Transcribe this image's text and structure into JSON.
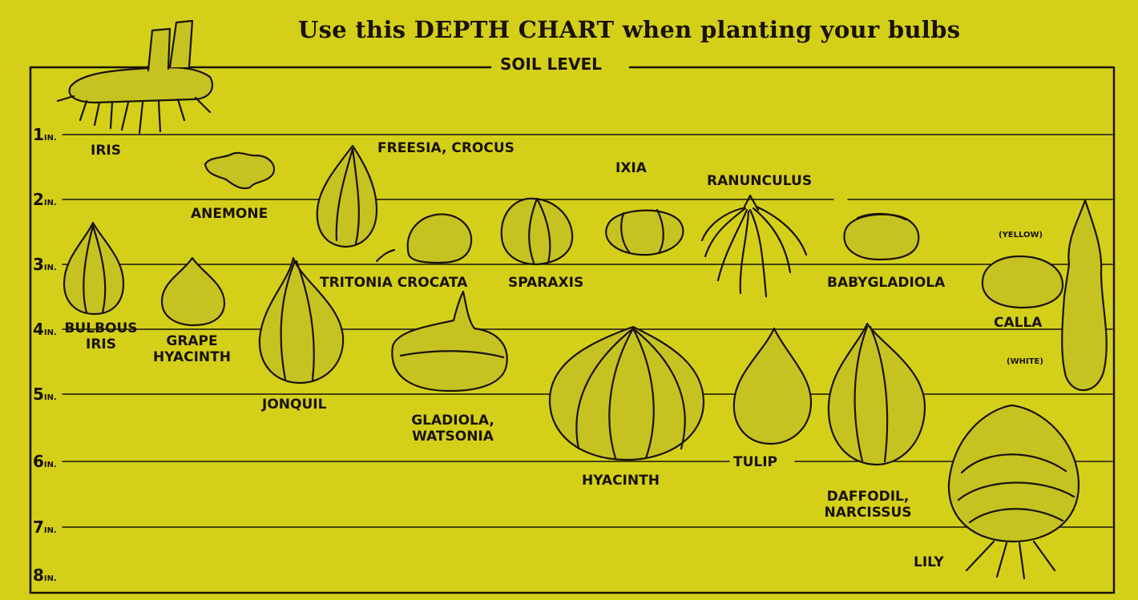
{
  "title": "Use this DEPTH CHART when planting your bulbs",
  "soil_level": "SOIL LEVEL",
  "depth_unit": "IN.",
  "depth_marks": [
    "1",
    "2",
    "3",
    "4",
    "5",
    "6",
    "7",
    "8"
  ],
  "colors": {
    "background": "#d4d01a",
    "ink": "#1a1208"
  },
  "bulbs": {
    "iris": "IRIS",
    "anemone": "ANEMONE",
    "freesia_crocus": "FREESIA, CROCUS",
    "ixia": "IXIA",
    "ranunculus": "RANUNCULUS",
    "bulbous_iris_1": "BULBOUS",
    "bulbous_iris_2": "IRIS",
    "grape_hyacinth_1": "GRAPE",
    "grape_hyacinth_2": "HYACINTH",
    "jonquil": "JONQUIL",
    "tritonia_crocata": "TRITONIA CROCATA",
    "sparaxis": "SPARAXIS",
    "baby_gladiola": "BABYGLADIOLA",
    "calla": "CALLA",
    "calla_yellow": "(YELLOW)",
    "calla_white": "(WHITE)",
    "gladiola_1": "GLADIOLA,",
    "gladiola_2": "WATSONIA",
    "hyacinth": "HYACINTH",
    "tulip": "TULIP",
    "daffodil_1": "DAFFODIL,",
    "daffodil_2": "NARCISSUS",
    "lily": "LILY"
  },
  "icons": [
    "iris-rhizome-icon",
    "anemone-tuber-icon",
    "freesia-corm-icon",
    "ixia-corm-icon",
    "ranunculus-claw-icon",
    "bulbous-iris-bulb-icon",
    "grape-hyacinth-bulb-icon",
    "jonquil-bulb-icon",
    "tritonia-corm-icon",
    "sparaxis-corm-icon",
    "baby-gladiola-corm-icon",
    "calla-rhizome-icon",
    "gladiola-corm-icon",
    "hyacinth-bulb-icon",
    "tulip-bulb-icon",
    "daffodil-bulb-icon",
    "lily-bulb-icon"
  ]
}
